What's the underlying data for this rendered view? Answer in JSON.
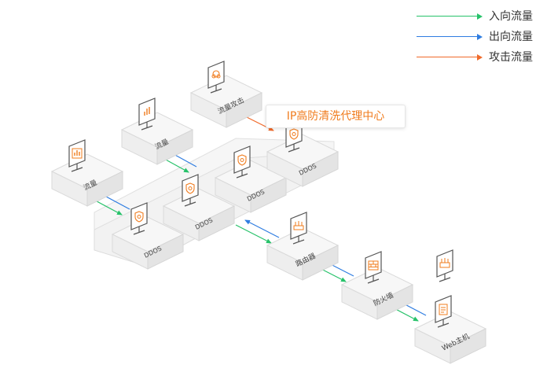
{
  "legend": [
    {
      "label": "入向流量",
      "color": "#27c26a"
    },
    {
      "label": "出向流量",
      "color": "#2f7de1"
    },
    {
      "label": "攻击流量",
      "color": "#f06a2a"
    }
  ],
  "callout": {
    "label": "IP高防清洗代理中心"
  },
  "boxes": {
    "traffic_left": "流量",
    "traffic_mid": "流量",
    "attack": "流量攻击",
    "ddos": "DDOS",
    "router": "路由器",
    "firewall": "防火墙",
    "web_host": "Web主机"
  },
  "icons": {
    "traffic": "bar-chart-monitor-icon",
    "attack": "biohazard-monitor-icon",
    "ddos": "shield-monitor-icon",
    "router": "router-monitor-icon",
    "firewall": "firewall-monitor-icon",
    "web": "document-monitor-icon",
    "server": "server-monitor-icon"
  }
}
